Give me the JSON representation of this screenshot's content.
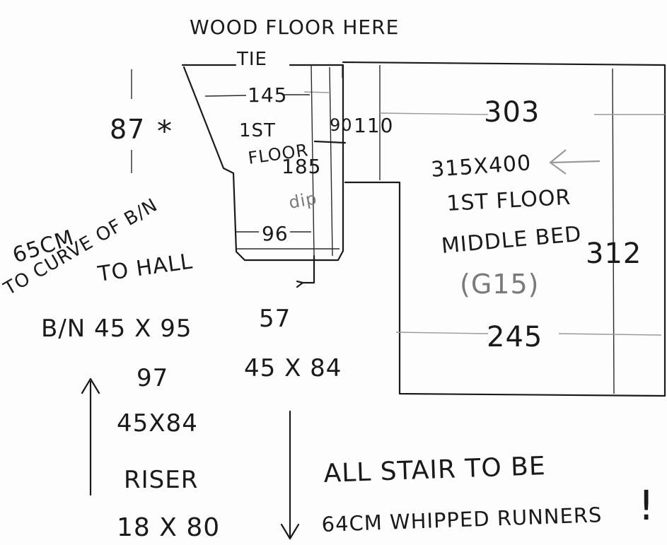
{
  "labels": {
    "wood_floor": "WOOD FLOOR HERE",
    "tie": "TIE",
    "w145": "145",
    "h87": "87",
    "asterisk": "*",
    "first_floor_top": "1ST",
    "first_floor_bottom": "FLOOR",
    "d185": "185",
    "dim_small": "90",
    "d110": "110",
    "d303": "303",
    "room_size": "315X400",
    "room_level": "1ST FLOOR",
    "room_name": "MIDDLE BED",
    "room_code": "(G15)",
    "d312": "312",
    "d245": "245",
    "pencil_mid": "dip",
    "w96": "96",
    "note_line1": "65CM",
    "note_line2": "TO CURVE OF B/N",
    "note_line3": "TO HALL",
    "bn_size": "B/N 45 X 95",
    "d57": "57",
    "size_45x84_right": "45 X 84",
    "d97": "97",
    "size_45x84_left": "45X84",
    "riser_label": "RISER",
    "riser_size": "18 X 80",
    "footer_line1": "ALL STAIR TO BE",
    "footer_line2": "64CM WHIPPED RUNNERS",
    "exclaim": "!"
  }
}
